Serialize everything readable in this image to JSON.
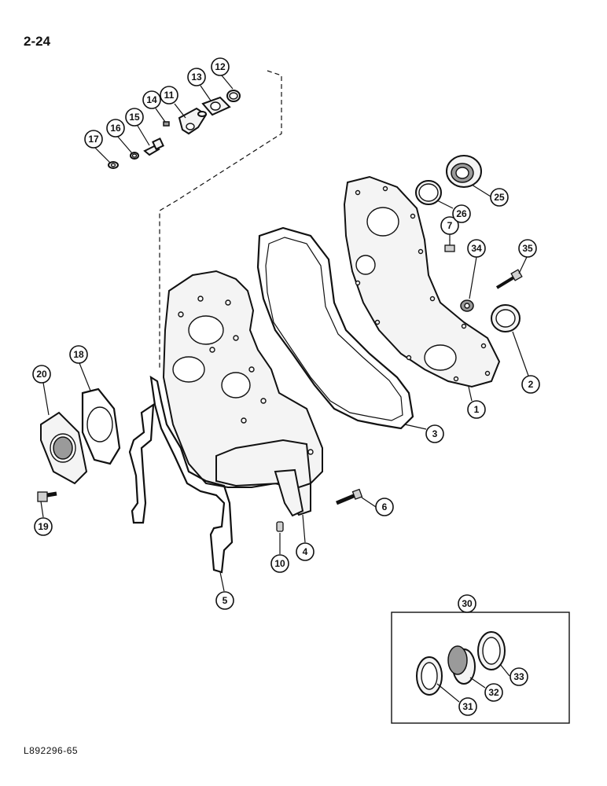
{
  "page": {
    "number": "2-24",
    "footer_code": "L892296-65"
  },
  "callouts": [
    {
      "id": "c1",
      "label": "1"
    },
    {
      "id": "c2",
      "label": "2"
    },
    {
      "id": "c3",
      "label": "3"
    },
    {
      "id": "c4",
      "label": "4"
    },
    {
      "id": "c5",
      "label": "5"
    },
    {
      "id": "c6",
      "label": "6"
    },
    {
      "id": "c7",
      "label": "7"
    },
    {
      "id": "c10",
      "label": "10"
    },
    {
      "id": "c11",
      "label": "11"
    },
    {
      "id": "c12",
      "label": "12"
    },
    {
      "id": "c13",
      "label": "13"
    },
    {
      "id": "c14",
      "label": "14"
    },
    {
      "id": "c15",
      "label": "15"
    },
    {
      "id": "c16",
      "label": "16"
    },
    {
      "id": "c17",
      "label": "17"
    },
    {
      "id": "c18",
      "label": "18"
    },
    {
      "id": "c19",
      "label": "19"
    },
    {
      "id": "c20",
      "label": "20"
    },
    {
      "id": "c25",
      "label": "25"
    },
    {
      "id": "c26",
      "label": "26"
    },
    {
      "id": "c30",
      "label": "30"
    },
    {
      "id": "c31",
      "label": "31"
    },
    {
      "id": "c32",
      "label": "32"
    },
    {
      "id": "c33",
      "label": "33"
    },
    {
      "id": "c34",
      "label": "34"
    },
    {
      "id": "c35",
      "label": "35"
    }
  ]
}
